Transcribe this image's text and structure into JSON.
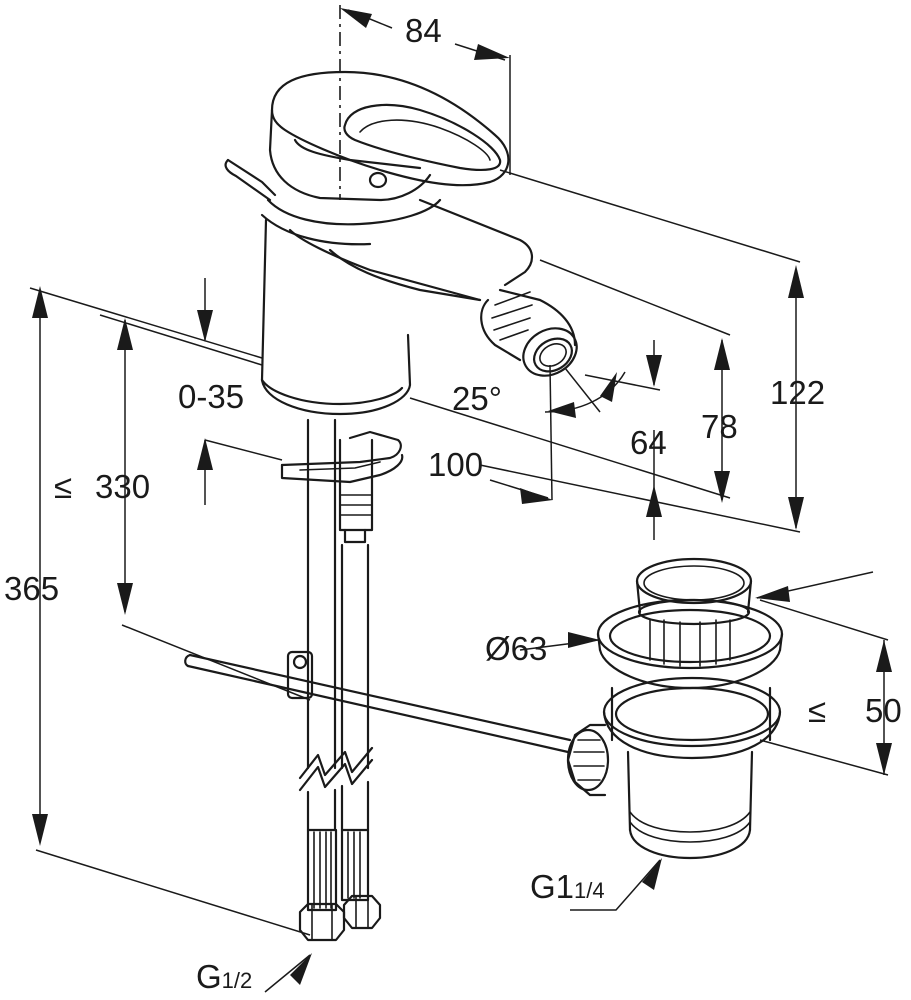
{
  "dimensions": {
    "width_top": "84",
    "height_total": "122",
    "height_spout": "78",
    "height_below_spout": "64",
    "spout_angle": "25°",
    "projection": "100",
    "deck_thickness": "0-35",
    "hose_length_prefix": "≤",
    "hose_length": "330",
    "overall_height": "365",
    "drain_diameter": "Ø63",
    "drain_depth_prefix": "≤",
    "drain_depth": "50"
  },
  "connections": {
    "supply_main": "G",
    "supply_sub": "1/2",
    "drain_main": "G1",
    "drain_sub": "1/4"
  }
}
